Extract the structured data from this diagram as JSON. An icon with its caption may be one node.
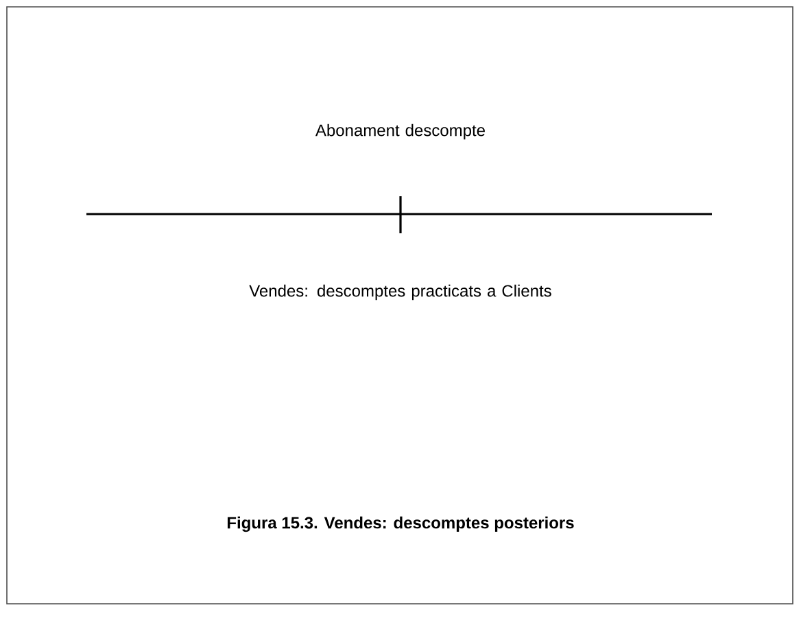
{
  "diagram": {
    "caption": "Figura 15.3. Vendes: descomptes posteriors",
    "labels": [
      "Abonament descompte",
      "Vendes: descomptes practicats a Clients"
    ]
  }
}
